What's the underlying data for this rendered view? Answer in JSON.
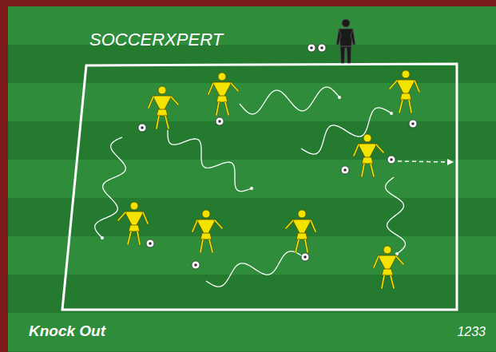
{
  "diagram": {
    "title": "Knock Out",
    "labels": [
      "SOCCERXPERT",
      "1233"
    ]
  }
}
